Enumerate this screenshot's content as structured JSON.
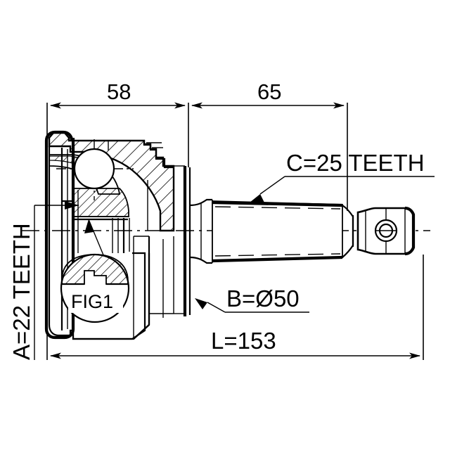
{
  "drawing": {
    "kind": "cv-joint-outer-technical-drawing",
    "background": "#ffffff",
    "line_color": "#000000",
    "dimensions": {
      "left_section": "58",
      "right_section": "65",
      "total_length": "L=153"
    },
    "labels": {
      "spline_a": "A=22 TEETH",
      "spline_c": "C=25 TEETH",
      "diameter_b": "B=Ø50",
      "detail_callout": "FIG1"
    }
  }
}
